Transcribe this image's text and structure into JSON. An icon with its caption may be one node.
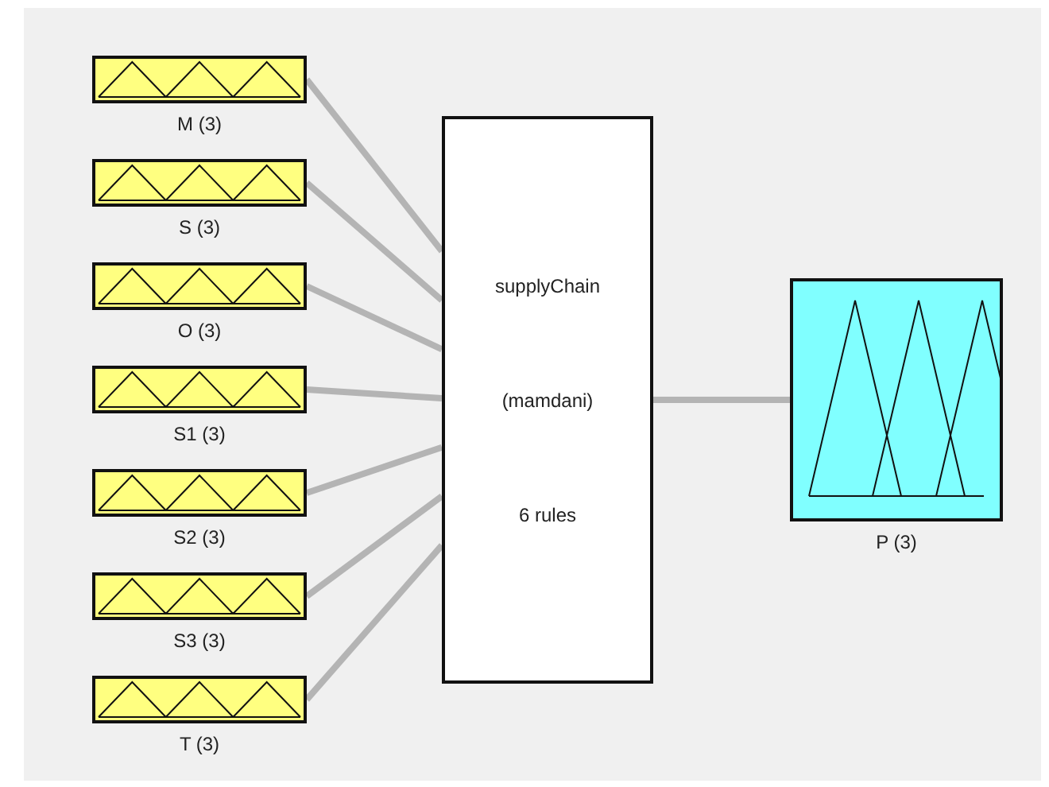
{
  "diagram": {
    "nodes": [
      {
        "text": [
          "M (3)"
        ]
      },
      {
        "text": [
          "S (3)"
        ]
      },
      {
        "text": [
          "O (3)"
        ]
      },
      {
        "text": [
          "S1 (3)"
        ]
      },
      {
        "text": [
          "S2 (3)"
        ]
      },
      {
        "text": [
          "S3 (3)"
        ]
      },
      {
        "text": [
          "T (3)"
        ]
      },
      {
        "text": [
          "supplyChain",
          "(mamdani)",
          "6 rules"
        ]
      },
      {
        "text": [
          "P (3)"
        ]
      }
    ],
    "edges": [
      {
        "from": 0,
        "to": 7,
        "arrow": "none"
      },
      {
        "from": 1,
        "to": 7,
        "arrow": "none"
      },
      {
        "from": 2,
        "to": 7,
        "arrow": "none"
      },
      {
        "from": 3,
        "to": 7,
        "arrow": "none"
      },
      {
        "from": 4,
        "to": 7,
        "arrow": "none"
      },
      {
        "from": 5,
        "to": 7,
        "arrow": "none"
      },
      {
        "from": 6,
        "to": 7,
        "arrow": "none"
      },
      {
        "from": 7,
        "to": 8,
        "arrow": "none"
      }
    ]
  }
}
